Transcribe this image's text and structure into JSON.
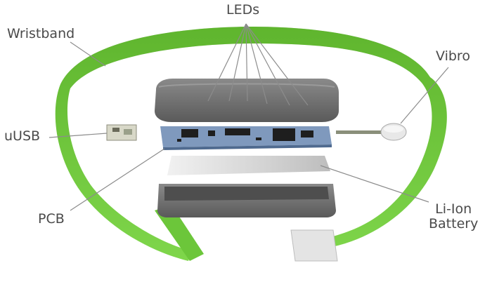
{
  "labels": {
    "leds": "LEDs",
    "wristband": "Wristband",
    "vibro": "Vibro",
    "uusb": "uUSB",
    "pcb": "PCB",
    "battery_line1": "Li-Ion",
    "battery_line2": "Battery"
  },
  "colors": {
    "band_green": "#6cc63a",
    "band_gray": "#cfcfcf",
    "case_gray": "#6e6e6e",
    "pcb_blue": "#7f99bd",
    "battery_silver": "#d9d9d9",
    "leader_line": "#8c8c8c"
  }
}
